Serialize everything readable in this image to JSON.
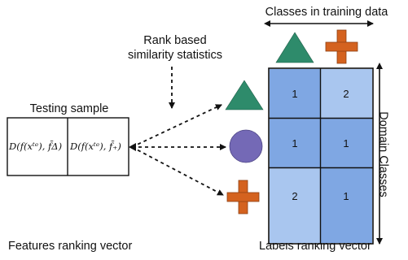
{
  "labels": {
    "classes_in_training_data": "Classes in training data",
    "rank_based_line1": "Rank based",
    "rank_based_line2": "similarity statistics",
    "testing_sample": "Testing sample",
    "domain_classes": "Domain Classes",
    "features_ranking_vector": "Features ranking vector",
    "labels_ranking_vector": "Labels ranking vector"
  },
  "testing_vector": {
    "left_cell": "D(f(xᵗᵉ), f̄Δ)",
    "right_cell": "D(f(xᵗᵉ), f̄₊)"
  },
  "matrix": {
    "rows": [
      [
        "1",
        "2"
      ],
      [
        "1",
        "1"
      ],
      [
        "2",
        "1"
      ]
    ],
    "cell_colors": [
      [
        "#7fa7e3",
        "#a9c6ef"
      ],
      [
        "#7fa7e3",
        "#7fa7e3"
      ],
      [
        "#a9c6ef",
        "#7fa7e3"
      ]
    ]
  },
  "colors": {
    "triangle": "#2e8b6b",
    "circle": "#7469b6",
    "cross": "#d4621f",
    "cell_dark": "#7fa7e3",
    "cell_light": "#a9c6ef"
  },
  "icons": [
    "triangle-icon",
    "circle-icon",
    "cross-icon"
  ]
}
